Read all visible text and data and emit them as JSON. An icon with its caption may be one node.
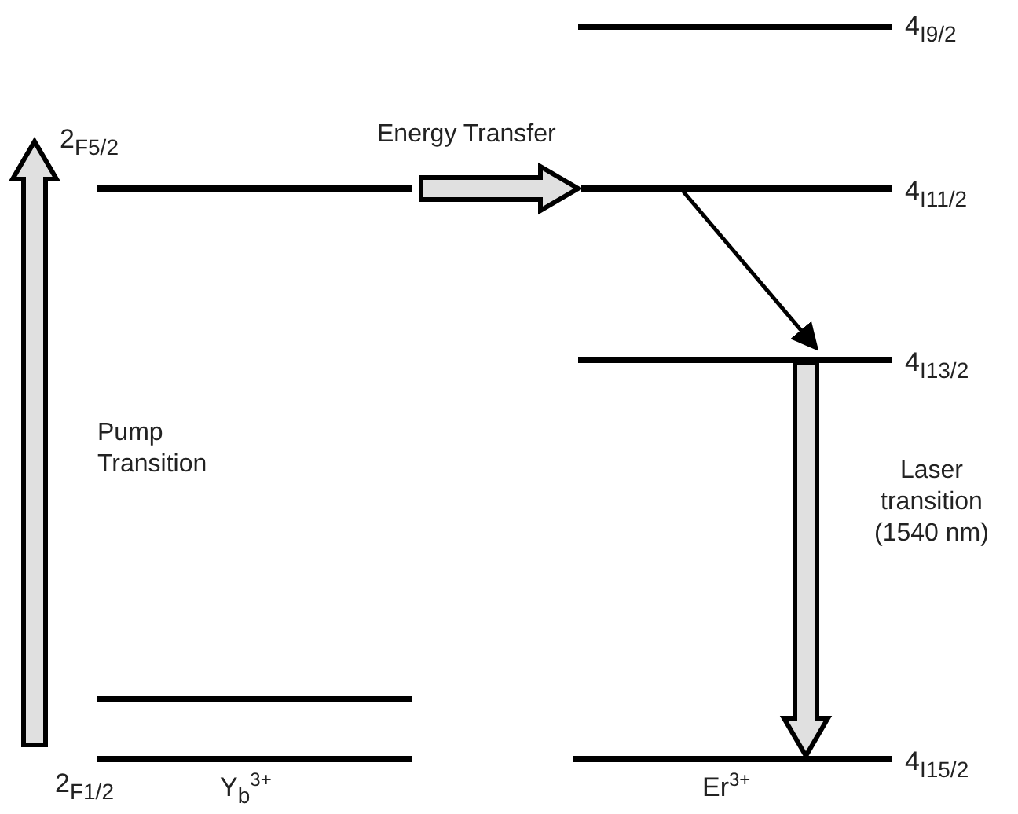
{
  "diagram": {
    "nodes": [
      {
        "text": [],
        "shape": "bar",
        "beside": [
          "4$_{I9/2}$"
        ]
      },
      {
        "text": [],
        "shape": "bar",
        "beside": [
          "2$_{F5/2}$"
        ]
      },
      {
        "text": [],
        "shape": "bar",
        "beside": [
          "4$_{I11/2}$"
        ]
      },
      {
        "text": [],
        "shape": "bar",
        "beside": [
          "4$_{I13/2}$"
        ]
      },
      {
        "text": [],
        "shape": "bar"
      },
      {
        "text": [],
        "shape": "bar",
        "beside": [
          "2$_{F1/2}$"
        ]
      },
      {
        "text": [],
        "shape": "bar",
        "beside": [
          "4$_{I15/2}$"
        ]
      }
    ],
    "edges": [
      {
        "from": 5,
        "to": 1,
        "arrow": "to",
        "label": "Pump Transition",
        "style": "thick"
      },
      {
        "from": 1,
        "to": 2,
        "arrow": "to",
        "label": "Energy Transfer",
        "style": "thick"
      },
      {
        "from": 2,
        "to": 3,
        "arrow": "to"
      },
      {
        "from": 3,
        "to": 6,
        "arrow": "to",
        "label": "Laser transition (1540 nm)",
        "style": "thick"
      }
    ],
    "labels": [
      "Y$_{b}$$^{3+}$",
      "Er$^{3+}$"
    ]
  }
}
